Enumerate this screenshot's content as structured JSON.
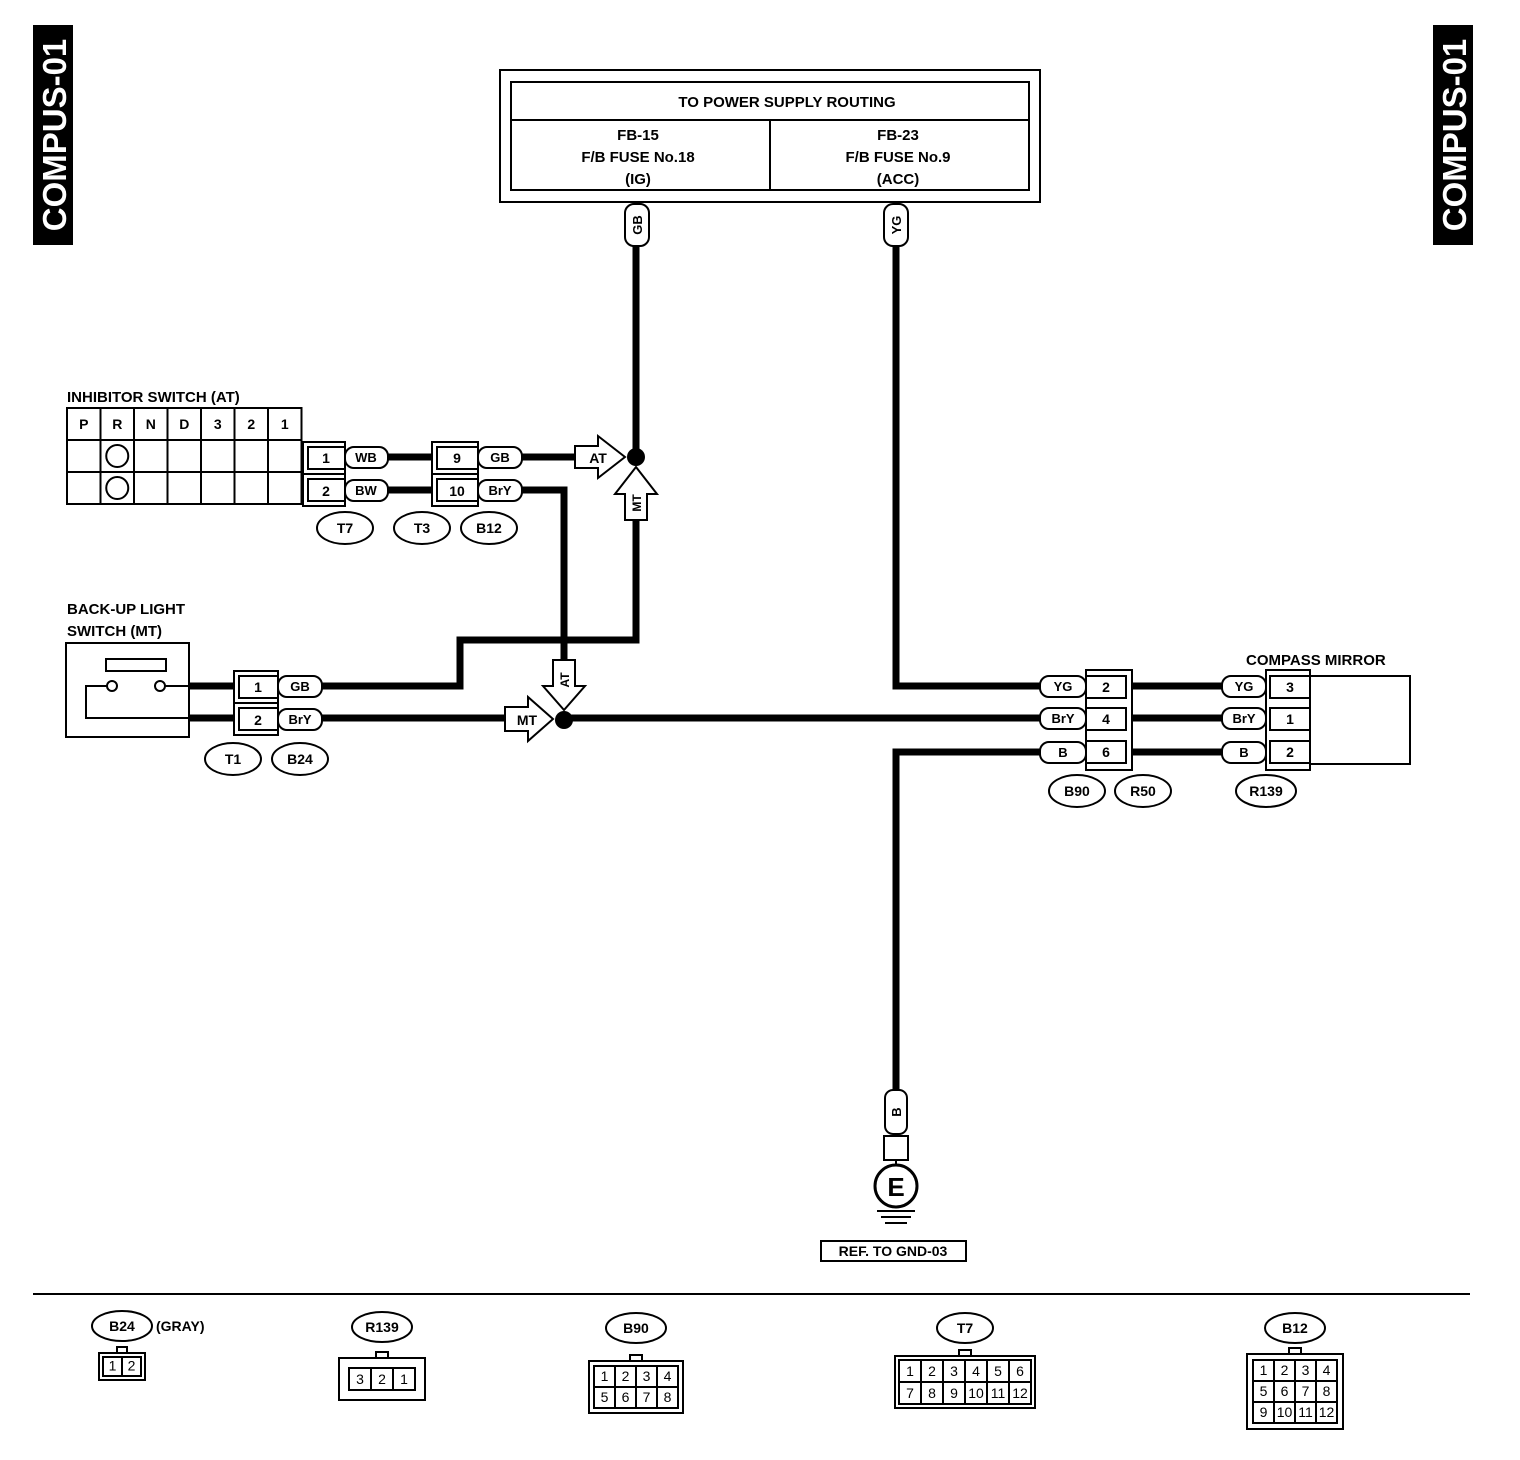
{
  "side_tabs": {
    "left": "COMPUS-01",
    "right": "COMPUS-01"
  },
  "power_supply": {
    "title": "TO POWER SUPPLY ROUTING",
    "left": {
      "conn": "FB-15",
      "fuse": "F/B FUSE No.18",
      "mode": "(IG)"
    },
    "right": {
      "conn": "FB-23",
      "fuse": "F/B FUSE No.9",
      "mode": "(ACC)"
    }
  },
  "inhibitor": {
    "title": "INHIBITOR SWITCH (AT)",
    "positions": [
      "P",
      "R",
      "N",
      "D",
      "3",
      "2",
      "1"
    ]
  },
  "backup": {
    "title_line1": "BACK-UP LIGHT",
    "title_line2": "SWITCH (MT)"
  },
  "mirror": {
    "title": "COMPASS MIRROR"
  },
  "wires": {
    "gb": "GB",
    "yg": "YG",
    "wb": "WB",
    "bw": "BW",
    "bry": "BrY",
    "b": "B",
    "at": "AT",
    "mt": "MT"
  },
  "pins": {
    "t7": [
      "1",
      "2"
    ],
    "b12": [
      "9",
      "10"
    ],
    "b24": [
      "1",
      "2"
    ],
    "b90": [
      "2",
      "4",
      "6"
    ],
    "r139": [
      "3",
      "1",
      "2"
    ]
  },
  "connector_ids": {
    "t7": "T7",
    "t3": "T3",
    "b12": "B12",
    "t1": "T1",
    "b24": "B24",
    "b90": "B90",
    "r50": "R50",
    "r139": "R139"
  },
  "ground": {
    "symbol": "E",
    "ref": "REF. TO GND-03"
  },
  "legend": {
    "b24": {
      "name": "B24",
      "note": "(GRAY)",
      "rows": [
        [
          "1",
          "2"
        ]
      ]
    },
    "r139": {
      "name": "R139",
      "rows": [
        [
          "3",
          "2",
          "1"
        ]
      ]
    },
    "b90": {
      "name": "B90",
      "rows": [
        [
          "1",
          "2",
          "3",
          "4"
        ],
        [
          "5",
          "6",
          "7",
          "8"
        ]
      ]
    },
    "t7": {
      "name": "T7",
      "rows": [
        [
          "1",
          "2",
          "3",
          "4",
          "5",
          "6"
        ],
        [
          "7",
          "8",
          "9",
          "10",
          "11",
          "12"
        ]
      ]
    },
    "b12": {
      "name": "B12",
      "rows": [
        [
          "1",
          "2",
          "3",
          "4"
        ],
        [
          "5",
          "6",
          "7",
          "8"
        ],
        [
          "9",
          "10",
          "11",
          "12"
        ]
      ]
    }
  }
}
